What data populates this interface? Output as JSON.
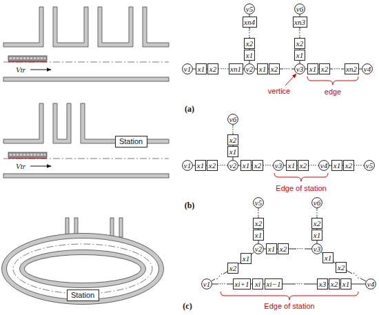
{
  "diagram": {
    "nodes": [
      {
        "text": [
          "v1"
        ]
      },
      {
        "text": [
          "x1"
        ]
      },
      {
        "text": [
          "x2"
        ]
      },
      {
        "text": [
          "xn1"
        ]
      },
      {
        "text": [
          "v2"
        ]
      },
      {
        "text": [
          "x1"
        ]
      },
      {
        "text": [
          "x2"
        ]
      },
      {
        "text": [
          "v3"
        ]
      },
      {
        "text": [
          "x1"
        ]
      },
      {
        "text": [
          "x2"
        ]
      },
      {
        "text": [
          "xn2"
        ]
      },
      {
        "text": [
          "v4"
        ]
      },
      {
        "text": [
          "x1"
        ]
      },
      {
        "text": [
          "x2"
        ]
      },
      {
        "text": [
          "xn4"
        ]
      },
      {
        "text": [
          "v5"
        ]
      },
      {
        "text": [
          "x1"
        ]
      },
      {
        "text": [
          "x2"
        ]
      },
      {
        "text": [
          "xn3"
        ]
      },
      {
        "text": [
          "v6"
        ]
      },
      {
        "text": [
          "Station"
        ]
      },
      {
        "text": [
          "v1"
        ]
      },
      {
        "text": [
          "x1"
        ]
      },
      {
        "text": [
          "x2"
        ]
      },
      {
        "text": [
          "v2"
        ]
      },
      {
        "text": [
          "x1"
        ]
      },
      {
        "text": [
          "x2"
        ]
      },
      {
        "text": [
          "v3"
        ]
      },
      {
        "text": [
          "x1"
        ]
      },
      {
        "text": [
          "x2"
        ]
      },
      {
        "text": [
          "v4"
        ]
      },
      {
        "text": [
          "x1"
        ]
      },
      {
        "text": [
          "x2"
        ]
      },
      {
        "text": [
          "v5"
        ]
      },
      {
        "text": [
          "x1"
        ]
      },
      {
        "text": [
          "x2"
        ]
      },
      {
        "text": [
          "v6"
        ]
      },
      {
        "text": [
          "Station"
        ]
      },
      {
        "text": [
          "v5"
        ]
      },
      {
        "text": [
          "v6"
        ]
      },
      {
        "text": [
          "x2"
        ]
      },
      {
        "text": [
          "x2"
        ]
      },
      {
        "text": [
          "x1"
        ]
      },
      {
        "text": [
          "x1"
        ]
      },
      {
        "text": [
          "v2"
        ]
      },
      {
        "text": [
          "x1"
        ]
      },
      {
        "text": [
          "x2"
        ]
      },
      {
        "text": [
          "v3"
        ]
      },
      {
        "text": [
          "x1"
        ]
      },
      {
        "text": [
          "x1"
        ]
      },
      {
        "text": [
          "x2"
        ]
      },
      {
        "text": [
          "x2"
        ]
      },
      {
        "text": [
          "v1"
        ]
      },
      {
        "text": [
          "xi+1"
        ]
      },
      {
        "text": [
          "xi"
        ]
      },
      {
        "text": [
          "xi−1"
        ]
      },
      {
        "text": [
          "x3"
        ]
      },
      {
        "text": [
          "x2"
        ]
      },
      {
        "text": [
          "x1"
        ]
      },
      {
        "text": [
          "v4"
        ]
      }
    ],
    "edges": [
      {
        "from": 0,
        "to": 1,
        "arrow": "none"
      },
      {
        "from": 1,
        "to": 2,
        "arrow": "none"
      },
      {
        "from": 2,
        "to": 3,
        "arrow": "none",
        "label": "⋯"
      },
      {
        "from": 3,
        "to": 4,
        "arrow": "none"
      },
      {
        "from": 4,
        "to": 5,
        "arrow": "none"
      },
      {
        "from": 5,
        "to": 6,
        "arrow": "none"
      },
      {
        "from": 6,
        "to": 7,
        "arrow": "none",
        "label": "⋯"
      },
      {
        "from": 7,
        "to": 8,
        "arrow": "none"
      },
      {
        "from": 8,
        "to": 9,
        "arrow": "none"
      },
      {
        "from": 9,
        "to": 10,
        "arrow": "none",
        "label": "⋯"
      },
      {
        "from": 10,
        "to": 11,
        "arrow": "none"
      },
      {
        "from": 4,
        "to": 12,
        "arrow": "none"
      },
      {
        "from": 12,
        "to": 13,
        "arrow": "none"
      },
      {
        "from": 13,
        "to": 14,
        "arrow": "none",
        "label": "⋮"
      },
      {
        "from": 14,
        "to": 15,
        "arrow": "none"
      },
      {
        "from": 7,
        "to": 16,
        "arrow": "none"
      },
      {
        "from": 16,
        "to": 17,
        "arrow": "none"
      },
      {
        "from": 17,
        "to": 18,
        "arrow": "none",
        "label": "⋮"
      },
      {
        "from": 18,
        "to": 19,
        "arrow": "none"
      },
      {
        "from": 21,
        "to": 22,
        "arrow": "none"
      },
      {
        "from": 22,
        "to": 23,
        "arrow": "none"
      },
      {
        "from": 23,
        "to": 24,
        "arrow": "none",
        "label": "⋯"
      },
      {
        "from": 24,
        "to": 25,
        "arrow": "none"
      },
      {
        "from": 25,
        "to": 26,
        "arrow": "none"
      },
      {
        "from": 26,
        "to": 27,
        "arrow": "none",
        "label": "⋯"
      },
      {
        "from": 27,
        "to": 28,
        "arrow": "none"
      },
      {
        "from": 28,
        "to": 29,
        "arrow": "none"
      },
      {
        "from": 29,
        "to": 30,
        "arrow": "none",
        "label": "⋯"
      },
      {
        "from": 30,
        "to": 31,
        "arrow": "none"
      },
      {
        "from": 31,
        "to": 32,
        "arrow": "none"
      },
      {
        "from": 32,
        "to": 33,
        "arrow": "none",
        "label": "⋯"
      },
      {
        "from": 24,
        "to": 34,
        "arrow": "none"
      },
      {
        "from": 34,
        "to": 35,
        "arrow": "none"
      },
      {
        "from": 35,
        "to": 36,
        "arrow": "none",
        "label": "⋮"
      },
      {
        "from": 44,
        "to": 42,
        "arrow": "none"
      },
      {
        "from": 42,
        "to": 40,
        "arrow": "none"
      },
      {
        "from": 40,
        "to": 38,
        "arrow": "none",
        "label": "⋮"
      },
      {
        "from": 47,
        "to": 43,
        "arrow": "none"
      },
      {
        "from": 43,
        "to": 41,
        "arrow": "none"
      },
      {
        "from": 41,
        "to": 39,
        "arrow": "none",
        "label": "⋮"
      },
      {
        "from": 44,
        "to": 45,
        "arrow": "none"
      },
      {
        "from": 45,
        "to": 46,
        "arrow": "none"
      },
      {
        "from": 46,
        "to": 47,
        "arrow": "none",
        "label": "⋯"
      },
      {
        "from": 44,
        "to": 48,
        "arrow": "none"
      },
      {
        "from": 48,
        "to": 50,
        "arrow": "none"
      },
      {
        "from": 50,
        "to": 52,
        "arrow": "none",
        "label": "⋰"
      },
      {
        "from": 47,
        "to": 49,
        "arrow": "none"
      },
      {
        "from": 49,
        "to": 51,
        "arrow": "none"
      },
      {
        "from": 51,
        "to": 59,
        "arrow": "none",
        "label": "⋱"
      },
      {
        "from": 52,
        "to": 53,
        "arrow": "none",
        "label": "⋯"
      },
      {
        "from": 53,
        "to": 54,
        "arrow": "none"
      },
      {
        "from": 54,
        "to": 55,
        "arrow": "none"
      },
      {
        "from": 55,
        "to": 56,
        "arrow": "none",
        "label": "⋯"
      },
      {
        "from": 56,
        "to": 57,
        "arrow": "none"
      },
      {
        "from": 57,
        "to": 58,
        "arrow": "none"
      },
      {
        "from": 58,
        "to": 59,
        "arrow": "none"
      }
    ],
    "labels": [
      "Vtr",
      "vertice",
      "edge",
      "(a)",
      "Vtr",
      "Edge of station",
      "(b)",
      "Edge of station",
      "(c)"
    ]
  }
}
